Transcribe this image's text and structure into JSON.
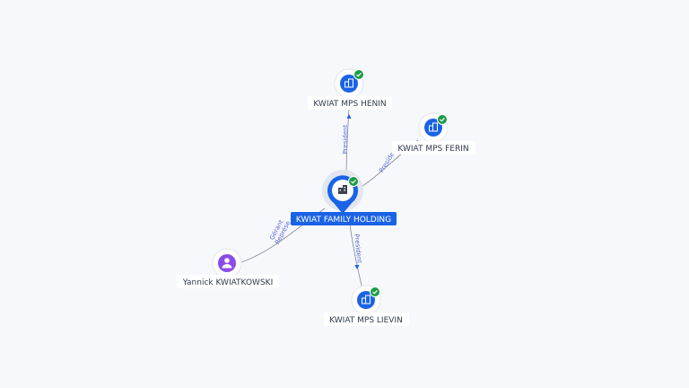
{
  "colors": {
    "background": "#f7f8fb",
    "company_icon": "#1a63e6",
    "person_icon": "#8b4ce6",
    "verified_badge": "#1e9b46",
    "edge_line": "#7f8796",
    "edge_label": "#5b6bd8",
    "hub_label_bg": "#1a63e6"
  },
  "nodes": {
    "hub": {
      "label": "KWIAT FAMILY HOLDING",
      "icon": "company-building-icon",
      "verified": true
    },
    "henin": {
      "label": "KWIAT MPS HENIN",
      "icon": "company-building-icon",
      "verified": true
    },
    "ferin": {
      "label": "KWIAT MPS FERIN",
      "icon": "company-building-icon",
      "verified": true
    },
    "lievin": {
      "label": "KWIAT MPS LIEVIN",
      "icon": "company-building-icon",
      "verified": true
    },
    "person": {
      "label": "Yannick KWIATKOWSKI",
      "icon": "person-icon",
      "verified": false
    }
  },
  "edges": {
    "henin": {
      "label": "President"
    },
    "ferin": {
      "label": "Preside"
    },
    "lievin": {
      "label": "President"
    },
    "person": {
      "label1": "Gérant",
      "label2": "Représe"
    }
  }
}
